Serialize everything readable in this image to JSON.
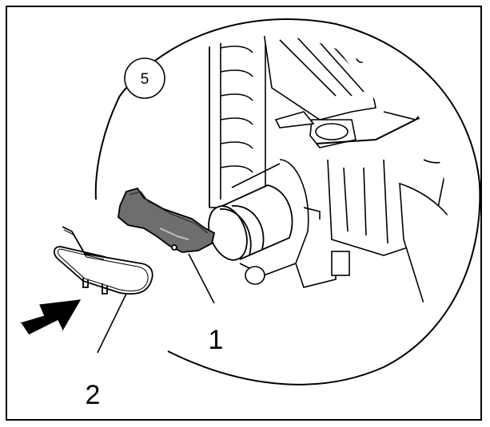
{
  "figure": {
    "step_badge": "5",
    "callouts": [
      {
        "label": "1"
      },
      {
        "label": "2"
      }
    ]
  },
  "colors": {
    "line": "#000000",
    "part_fill": "#6e6e6e",
    "highlight_fill": "#bdbdbd",
    "background": "#ffffff"
  }
}
